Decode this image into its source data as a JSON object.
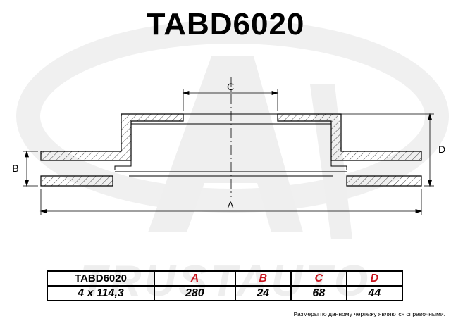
{
  "title": "TABD6020",
  "dimension_labels": {
    "A": "A",
    "B": "B",
    "C": "C",
    "D": "D"
  },
  "table": {
    "part_number": "TABD6020",
    "bolt_pattern": "4 x 114,3",
    "headers": [
      "A",
      "B",
      "C",
      "D"
    ],
    "values": [
      "280",
      "24",
      "68",
      "44"
    ]
  },
  "note": "Размеры по данному чертежу являются справочными.",
  "colors": {
    "header_accent": "#c8141e",
    "line": "#000000",
    "watermark": "#eeeeee"
  }
}
